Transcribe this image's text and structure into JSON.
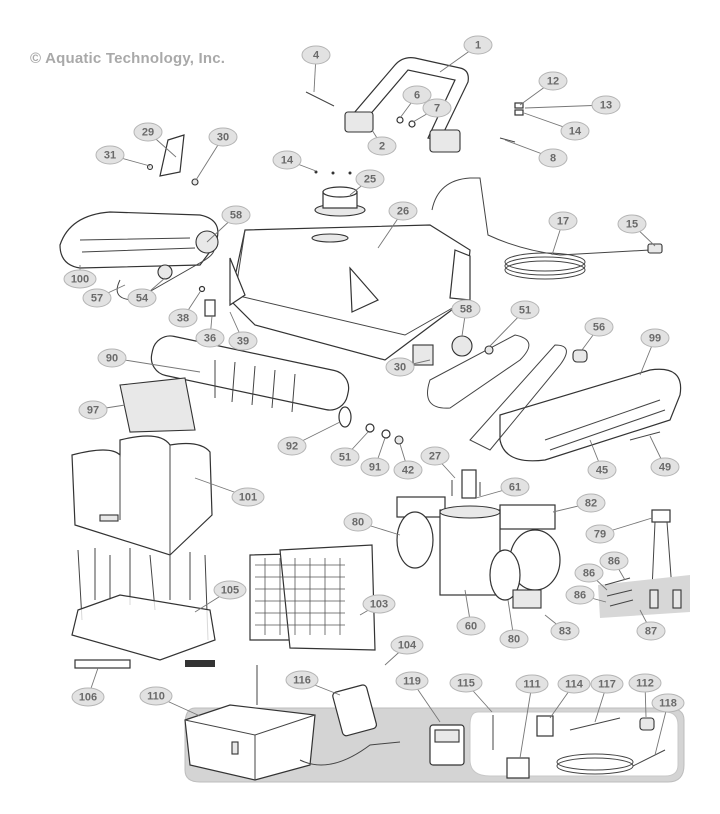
{
  "copyright": "© Aquatic Technology, Inc.",
  "diagram": {
    "title": "Pool cleaner exploded parts diagram",
    "callouts": [
      "1",
      "4",
      "12",
      "6",
      "13",
      "7",
      "29",
      "30",
      "14",
      "2",
      "8",
      "31",
      "14",
      "25",
      "26",
      "58",
      "17",
      "15",
      "100",
      "57",
      "54",
      "38",
      "36",
      "39",
      "58",
      "51",
      "56",
      "99",
      "90",
      "30",
      "97",
      "92",
      "51",
      "91",
      "42",
      "45",
      "49",
      "27",
      "61",
      "101",
      "82",
      "80",
      "79",
      "86",
      "86",
      "86",
      "105",
      "103",
      "60",
      "80",
      "83",
      "87",
      "104",
      "106",
      "110",
      "116",
      "119",
      "115",
      "111",
      "114",
      "117",
      "112",
      "118"
    ]
  }
}
